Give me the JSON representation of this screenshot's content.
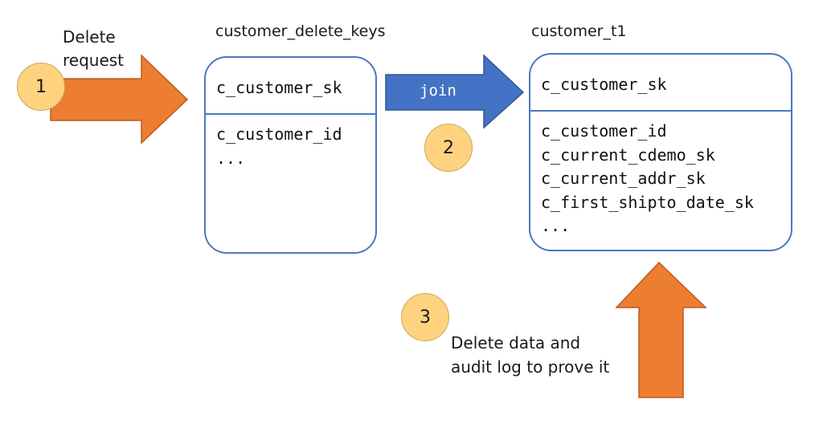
{
  "step1": {
    "number": "1",
    "caption_line1": "Delete",
    "caption_line2": "request"
  },
  "step2": {
    "number": "2",
    "arrow_label": "join"
  },
  "step3": {
    "number": "3",
    "caption_line1": "Delete data and",
    "caption_line2": "audit log to prove it"
  },
  "delete_keys_table": {
    "title": "customer_delete_keys",
    "key_column": "c_customer_sk",
    "columns": [
      "c_customer_id",
      "..."
    ]
  },
  "target_table": {
    "title": "customer_t1",
    "key_column": "c_customer_sk",
    "columns": [
      "c_customer_id",
      "c_current_cdemo_sk",
      "c_current_addr_sk",
      "c_first_shipto_date_sk",
      "..."
    ]
  },
  "colors": {
    "orange_arrow": "#ed7d31",
    "blue_arrow": "#4472c4",
    "table_border": "#4a78c2",
    "badge_fill": "#ffd27f"
  },
  "icons": {
    "request_arrow": "arrow-right",
    "join_arrow": "arrow-right",
    "delete_arrow": "arrow-up"
  }
}
